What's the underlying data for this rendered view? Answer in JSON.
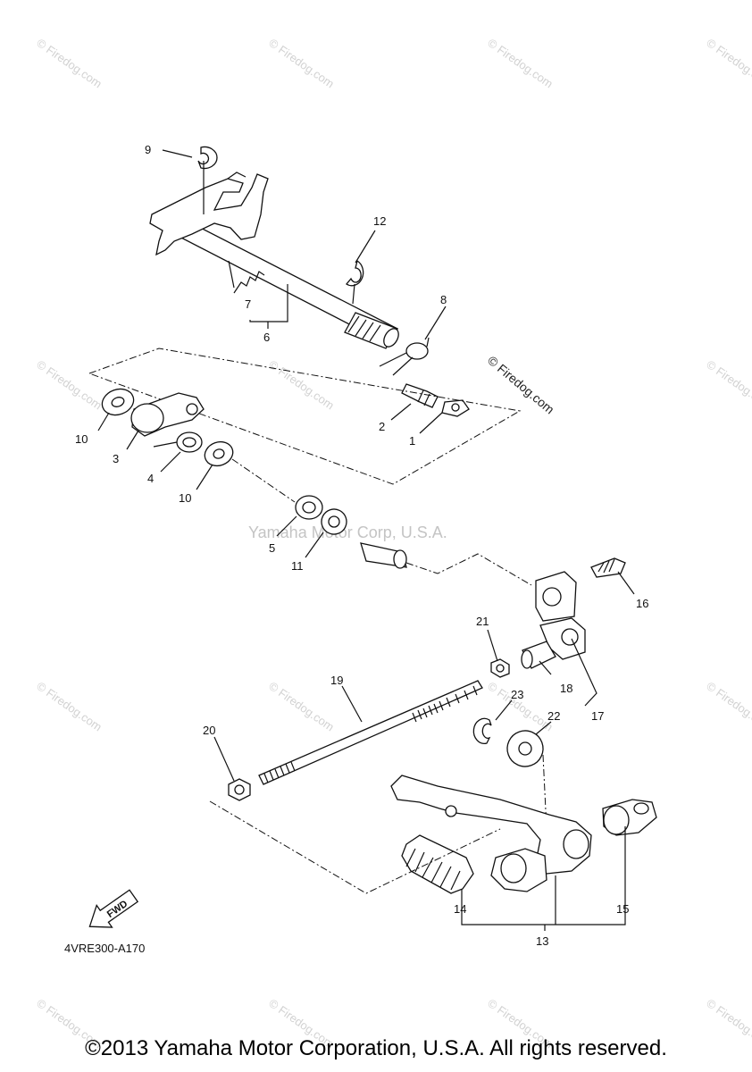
{
  "watermark": {
    "text": "© Firedog.com",
    "center_text": "Yamaha Motor Corp, U.S.A."
  },
  "diagram": {
    "code": "4VRE300-A170",
    "fwd_label": "FWD",
    "callouts": [
      "1",
      "2",
      "3",
      "4",
      "5",
      "6",
      "7",
      "8",
      "9",
      "10",
      "10",
      "11",
      "12",
      "13",
      "14",
      "15",
      "16",
      "17",
      "18",
      "19",
      "20",
      "21",
      "22",
      "23"
    ]
  },
  "copyright": "©2013 Yamaha Motor Corporation, U.S.A. All rights reserved."
}
